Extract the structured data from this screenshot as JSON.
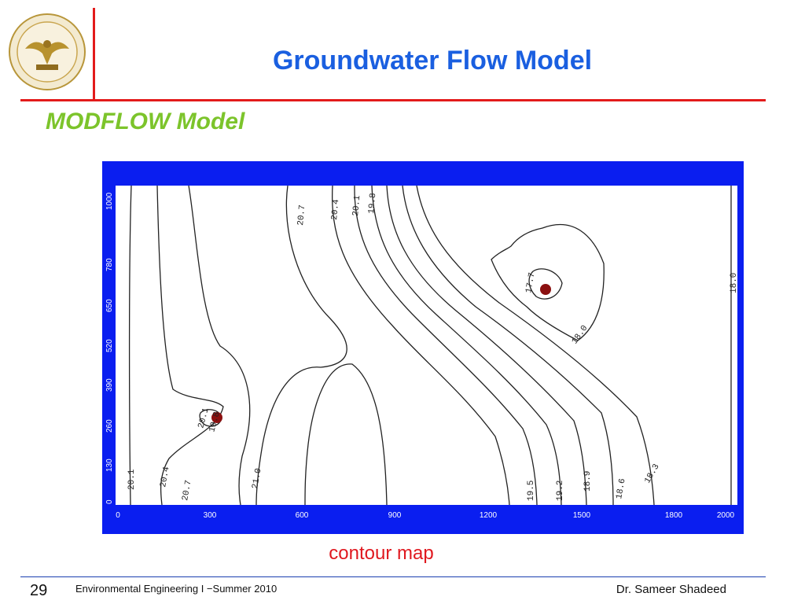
{
  "slide": {
    "title": "Groundwater Flow Model",
    "subtitle": "MODFLOW Model",
    "caption": "contour map",
    "page_number": "29",
    "course": "Environmental Engineering I −Summer 2010",
    "author": "Dr. Sameer Shadeed"
  },
  "logo": {
    "icon": "university-seal-icon"
  },
  "contour_map": {
    "x_ticks": [
      "0",
      "300",
      "600",
      "900",
      "1200",
      "1500",
      "1800",
      "2000"
    ],
    "y_ticks": [
      "0",
      "130",
      "260",
      "390",
      "520",
      "650",
      "780",
      "1000"
    ],
    "contour_labels": [
      "20.1",
      "20.4",
      "20.7",
      "21.0",
      "19.5",
      "19.2",
      "18.9",
      "18.6",
      "18.3",
      "20.7",
      "20.4",
      "20.1",
      "19.8",
      "17.7",
      "18.0",
      "18.0",
      "20.1",
      "19.8"
    ]
  },
  "colors": {
    "title": "#1a5fe0",
    "subtitle": "#7cc42b",
    "accent_line": "#e31b1b",
    "caption": "#e0181f",
    "map_frame": "#0a1ef0"
  }
}
